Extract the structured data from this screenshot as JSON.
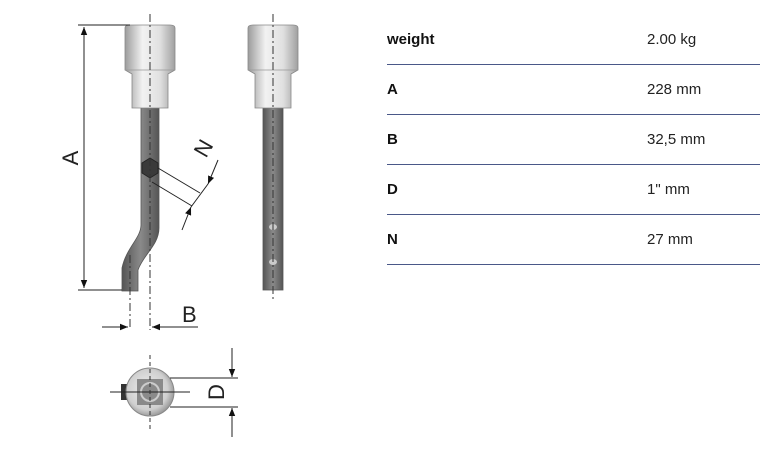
{
  "drawing": {
    "title": "Offset socket wrench technical drawing",
    "dimension_labels": {
      "A": "A",
      "B": "B",
      "D": "D",
      "N": "N"
    },
    "colors": {
      "socket_light": "#e4e4e4",
      "socket_dark": "#9a9a9a",
      "shaft": "#6f6f6f",
      "line": "#222222"
    }
  },
  "specs": {
    "rows": [
      {
        "key": "weight",
        "value": "2.00 kg"
      },
      {
        "key": "A",
        "value": "228 mm"
      },
      {
        "key": "B",
        "value": "32,5 mm"
      },
      {
        "key": "D",
        "value": "1\" mm"
      },
      {
        "key": "N",
        "value": "27 mm"
      }
    ],
    "divider_color": "#4a5888"
  }
}
